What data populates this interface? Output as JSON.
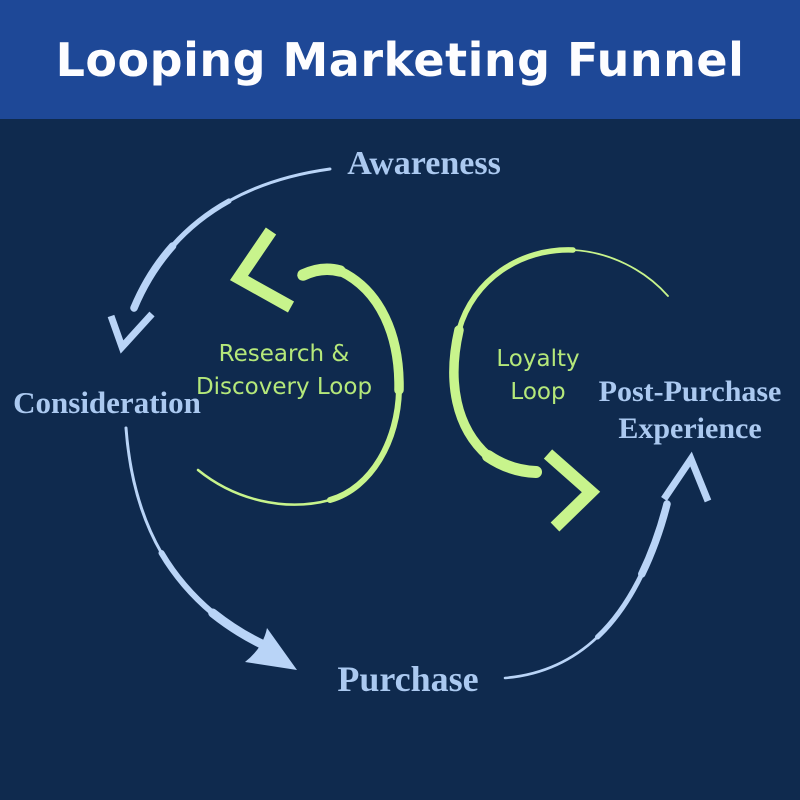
{
  "header": {
    "title": "Looping Marketing Funnel"
  },
  "stages": [
    {
      "id": "awareness",
      "lines": [
        "Awareness"
      ]
    },
    {
      "id": "consideration",
      "lines": [
        "Consideration"
      ]
    },
    {
      "id": "purchase",
      "lines": [
        "Purchase"
      ]
    },
    {
      "id": "post-purchase-experience",
      "lines": [
        "Post-Purchase",
        "Experience"
      ]
    }
  ],
  "loops": [
    {
      "id": "research-discovery-loop",
      "lines": [
        "Research &",
        "Discovery Loop"
      ],
      "direction": "counterclockwise"
    },
    {
      "id": "loyalty-loop",
      "lines": [
        "Loyalty",
        "Loop"
      ],
      "direction": "counterclockwise"
    }
  ],
  "arrows": [
    {
      "id": "awareness-to-consideration",
      "from": "Awareness",
      "to": "Consideration",
      "style": "open-chevron"
    },
    {
      "id": "consideration-to-purchase",
      "from": "Consideration",
      "to": "Purchase",
      "style": "filled-head"
    },
    {
      "id": "purchase-to-post-purchase",
      "from": "Purchase",
      "to": "Post-Purchase Experience",
      "style": "open-chevron"
    }
  ],
  "colors": {
    "header_bg": "#1e4897",
    "canvas_bg": "#0f2a4e",
    "title_text": "#fdfdff",
    "stage_text": "#abc9f0",
    "arrow_blue": "#b9d4f7",
    "loop_green": "#c8f48c",
    "loop_text_green": "#b5e87a"
  }
}
